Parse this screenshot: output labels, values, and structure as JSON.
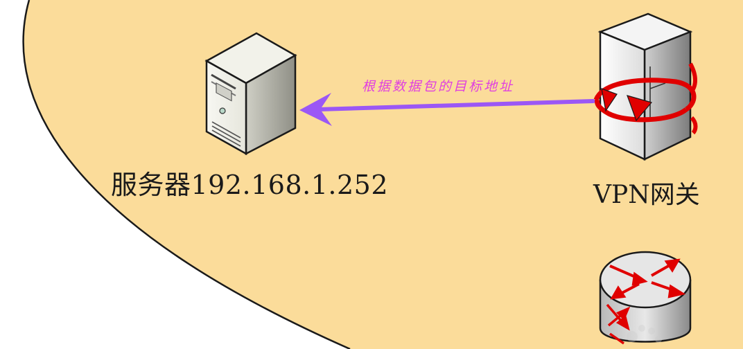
{
  "diagram": {
    "server": {
      "label": "服务器192.168.1.252"
    },
    "gateway": {
      "label": "VPN网关"
    },
    "arrow": {
      "label": "根据数据包的目标地址"
    },
    "router": {
      "label": ""
    }
  },
  "colors": {
    "zone_fill": "#fbdc9a",
    "zone_stroke": "#1a1a1a",
    "arrow": "#9b57f5",
    "arrow_text": "#e040e0",
    "ring": "#e00000"
  },
  "icons": {
    "server": "tower-server-icon",
    "gateway": "rack-server-icon",
    "router": "router-icon"
  }
}
